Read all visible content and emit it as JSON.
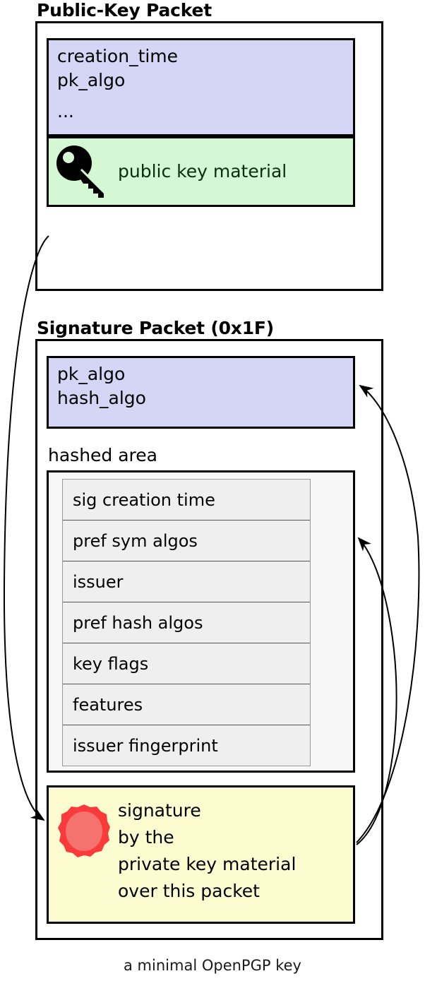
{
  "diagram": {
    "caption": "a minimal OpenPGP key",
    "colors": {
      "blue_block": "#d5d5f5",
      "green_block": "#d3f8d3",
      "yellow_block": "#fcfcd0",
      "hashed_area": "#f7f7f7",
      "subpacket_row": "#efefef",
      "seal_ring": "#fb3b3b",
      "seal_fill": "#f4736e",
      "outline": "#000000"
    }
  },
  "public_key_packet": {
    "title": "Public-Key Packet",
    "header_block": {
      "lines": [
        "creation_time",
        "pk_algo",
        "..."
      ]
    },
    "key_material_block": {
      "icon": "key-icon",
      "label": "public key material"
    }
  },
  "signature_packet": {
    "title": "Signature Packet (0x1F)",
    "algo_block": {
      "lines": [
        "pk_algo",
        "hash_algo"
      ]
    },
    "hashed_area": {
      "label": "hashed area",
      "subpackets": [
        "sig creation time",
        "pref sym algos",
        "issuer",
        "pref hash algos",
        "key flags",
        "features",
        "issuer fingerprint"
      ]
    },
    "signature_block": {
      "icon": "wax-seal-icon",
      "lines": [
        "signature",
        "by the",
        "private key material",
        "over this packet"
      ]
    }
  },
  "arrows": [
    {
      "name": "public-key-to-signature",
      "from": "public key material",
      "to": "signature block"
    },
    {
      "name": "signature-to-algo-block",
      "from": "signature block",
      "to": "pk_algo / hash_algo block"
    },
    {
      "name": "signature-to-hashed-area",
      "from": "signature block",
      "to": "hashed area"
    }
  ]
}
